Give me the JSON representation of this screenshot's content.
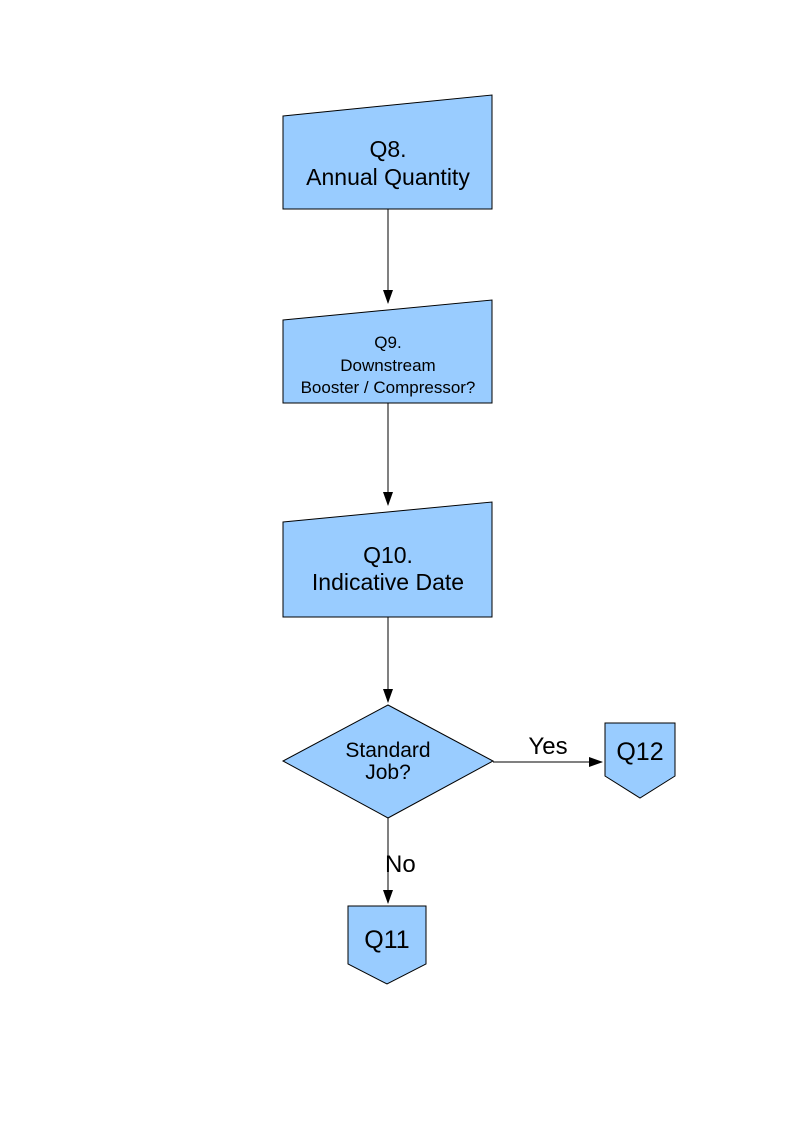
{
  "colors": {
    "node_fill": "#99CCFF",
    "node_stroke": "#000000",
    "connector": "#000000",
    "text": "#000000",
    "page_background": "#FFFFFF"
  },
  "nodes": {
    "q8": {
      "shape": "manual-input",
      "line1": "Q8.",
      "line2": "Annual Quantity"
    },
    "q9": {
      "shape": "manual-input",
      "line1": "Q9.",
      "line2": "Downstream",
      "line3": "Booster / Compressor?"
    },
    "q10": {
      "shape": "manual-input",
      "line1": "Q10.",
      "line2": "Indicative Date"
    },
    "decision": {
      "shape": "diamond",
      "line1": "Standard",
      "line2": "Job?"
    },
    "q12": {
      "shape": "off-page-connector",
      "label": "Q12"
    },
    "q11": {
      "shape": "off-page-connector",
      "label": "Q11"
    }
  },
  "edges": {
    "q8_to_q9": {
      "label": ""
    },
    "q9_to_q10": {
      "label": ""
    },
    "q10_to_decision": {
      "label": ""
    },
    "decision_to_q12": {
      "label": "Yes"
    },
    "decision_to_q11": {
      "label": "No"
    }
  }
}
